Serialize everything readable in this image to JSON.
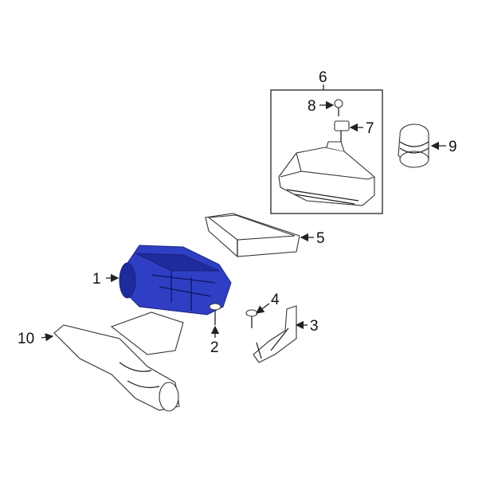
{
  "diagram": {
    "callouts": [
      {
        "id": "1",
        "label": "1"
      },
      {
        "id": "2",
        "label": "2"
      },
      {
        "id": "3",
        "label": "3"
      },
      {
        "id": "4",
        "label": "4"
      },
      {
        "id": "5",
        "label": "5"
      },
      {
        "id": "6",
        "label": "6"
      },
      {
        "id": "7",
        "label": "7"
      },
      {
        "id": "8",
        "label": "8"
      },
      {
        "id": "9",
        "label": "9"
      },
      {
        "id": "10",
        "label": "10"
      }
    ],
    "highlight_color": "#2f3fc4",
    "line_color": "#222222"
  }
}
